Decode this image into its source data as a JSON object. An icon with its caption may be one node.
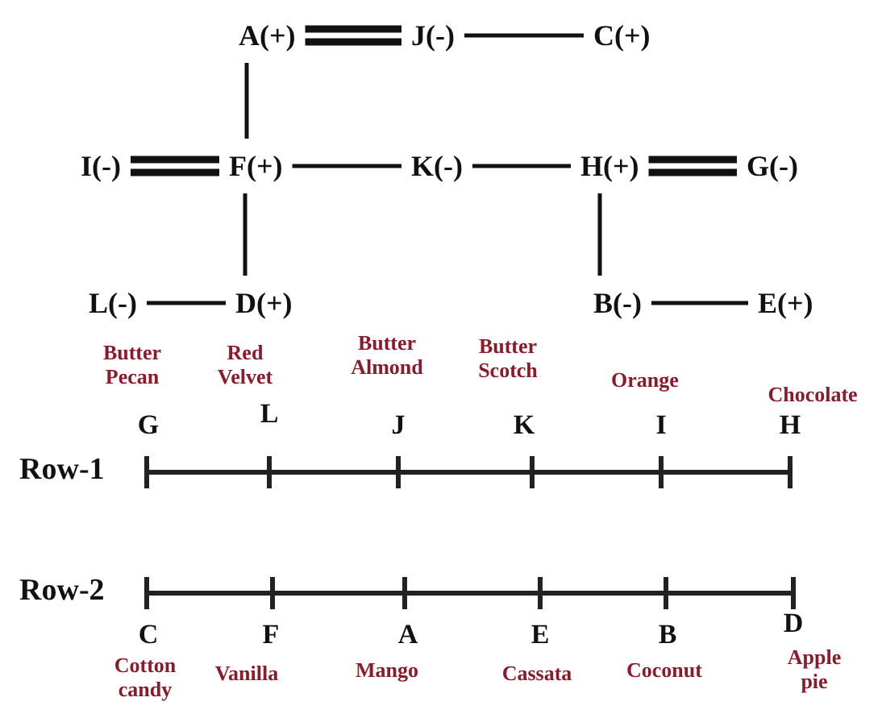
{
  "diagram": {
    "nodes": [
      {
        "text": [
          "A(+)"
        ]
      },
      {
        "text": [
          "J(-)"
        ]
      },
      {
        "text": [
          "C(+)"
        ]
      },
      {
        "text": [
          "I(-)"
        ]
      },
      {
        "text": [
          "F(+)"
        ]
      },
      {
        "text": [
          "K(-)"
        ]
      },
      {
        "text": [
          "H(+)"
        ]
      },
      {
        "text": [
          "G(-)"
        ]
      },
      {
        "text": [
          "L(-)"
        ]
      },
      {
        "text": [
          "D(+)"
        ]
      },
      {
        "text": [
          "B(-)"
        ]
      },
      {
        "text": [
          "E(+)"
        ]
      }
    ],
    "edges": [
      {
        "from": 0,
        "to": 1,
        "arrow": "none",
        "style": "thick"
      },
      {
        "from": 1,
        "to": 2,
        "arrow": "none"
      },
      {
        "from": 0,
        "to": 4,
        "arrow": "none"
      },
      {
        "from": 3,
        "to": 4,
        "arrow": "none",
        "style": "thick"
      },
      {
        "from": 4,
        "to": 5,
        "arrow": "none"
      },
      {
        "from": 5,
        "to": 6,
        "arrow": "none"
      },
      {
        "from": 6,
        "to": 7,
        "arrow": "none",
        "style": "thick"
      },
      {
        "from": 4,
        "to": 9,
        "arrow": "none"
      },
      {
        "from": 6,
        "to": 10,
        "arrow": "none"
      },
      {
        "from": 8,
        "to": 9,
        "arrow": "none"
      },
      {
        "from": 10,
        "to": 11,
        "arrow": "none"
      }
    ],
    "labels": [
      "Butter Pecan",
      "Red Velvet",
      "Butter Almond",
      "Butter Scotch",
      "Orange",
      "Chocolate",
      "G",
      "L",
      "J",
      "K",
      "I",
      "H",
      "Row-1",
      "Row-2",
      "C",
      "F",
      "A",
      "E",
      "B",
      "D",
      "Cotton candy",
      "Vanilla",
      "Mango",
      "Cassata",
      "Coconut",
      "Apple pie"
    ]
  }
}
